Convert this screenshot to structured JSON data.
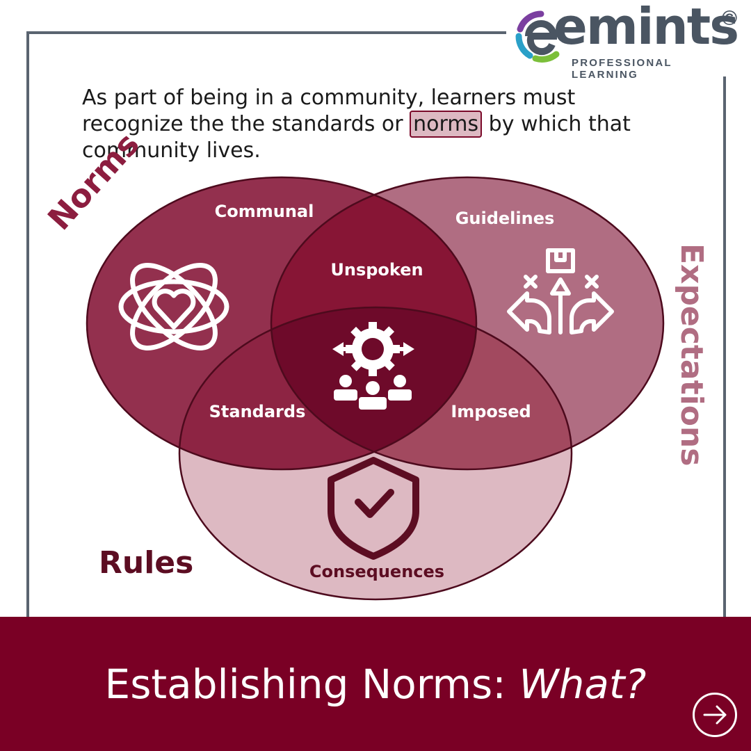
{
  "logo": {
    "word": "emints",
    "copyright": "©",
    "subtitle": "PROFESSIONAL LEARNING"
  },
  "intro": {
    "before": "As part of being in a community, learners must recognize the the standards or ",
    "highlight": "norms",
    "after": " by which that community lives."
  },
  "venn": {
    "circles": {
      "norms": "Norms",
      "expectations": "Expectations",
      "rules": "Rules"
    },
    "regions": {
      "norms_only": "Communal",
      "expectations_only": "Guidelines",
      "norms_expectations": "Unspoken",
      "norms_rules": "Standards",
      "expectations_rules": "Imposed",
      "rules_only": "Consequences"
    },
    "icons": {
      "norms_only": "atom-heart-icon",
      "expectations_only": "direction-arrows-icon",
      "center": "gear-people-icon",
      "rules_only": "shield-check-icon"
    },
    "colors": {
      "norms": "#8c1d3f",
      "expectations": "#b06d82",
      "rules": "#ddb9c2",
      "center": "#6e0a2a"
    }
  },
  "banner": {
    "title_plain": "Establishing Norms: ",
    "title_italic": "What?",
    "background": "#7a0025"
  }
}
